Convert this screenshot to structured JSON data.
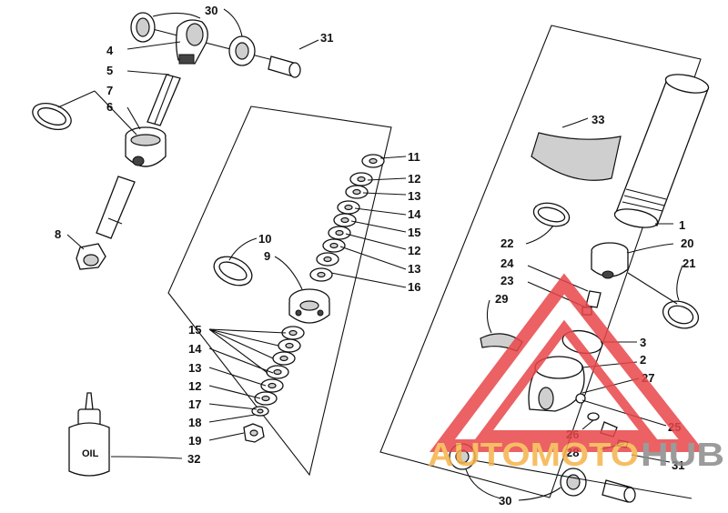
{
  "callouts": [
    {
      "id": "30a",
      "text": "30"
    },
    {
      "id": "31a",
      "text": "31"
    },
    {
      "id": "4",
      "text": "4"
    },
    {
      "id": "5",
      "text": "5"
    },
    {
      "id": "7",
      "text": "7"
    },
    {
      "id": "6",
      "text": "6"
    },
    {
      "id": "8",
      "text": "8"
    },
    {
      "id": "10",
      "text": "10"
    },
    {
      "id": "9",
      "text": "9"
    },
    {
      "id": "11",
      "text": "11"
    },
    {
      "id": "12a",
      "text": "12"
    },
    {
      "id": "13a",
      "text": "13"
    },
    {
      "id": "14a",
      "text": "14"
    },
    {
      "id": "15a",
      "text": "15"
    },
    {
      "id": "12b",
      "text": "12"
    },
    {
      "id": "13b",
      "text": "13"
    },
    {
      "id": "16",
      "text": "16"
    },
    {
      "id": "15b",
      "text": "15"
    },
    {
      "id": "14b",
      "text": "14"
    },
    {
      "id": "13c",
      "text": "13"
    },
    {
      "id": "12c",
      "text": "12"
    },
    {
      "id": "17",
      "text": "17"
    },
    {
      "id": "18",
      "text": "18"
    },
    {
      "id": "19",
      "text": "19"
    },
    {
      "id": "32",
      "text": "32"
    },
    {
      "id": "33",
      "text": "33"
    },
    {
      "id": "1",
      "text": "1"
    },
    {
      "id": "22",
      "text": "22"
    },
    {
      "id": "20",
      "text": "20"
    },
    {
      "id": "24",
      "text": "24"
    },
    {
      "id": "21",
      "text": "21"
    },
    {
      "id": "23",
      "text": "23"
    },
    {
      "id": "29",
      "text": "29"
    },
    {
      "id": "3",
      "text": "3"
    },
    {
      "id": "2",
      "text": "2"
    },
    {
      "id": "27",
      "text": "27"
    },
    {
      "id": "26",
      "text": "26"
    },
    {
      "id": "25",
      "text": "25"
    },
    {
      "id": "28",
      "text": "28"
    },
    {
      "id": "31b",
      "text": "31"
    },
    {
      "id": "30b",
      "text": "30"
    }
  ],
  "bottle_label": "OIL",
  "watermark": {
    "part1": "AUTOMOTO",
    "part2": "HUB",
    "color_orange": "#f5b34a",
    "color_gray": "#8a8a8a",
    "color_red": "#e8464a"
  }
}
